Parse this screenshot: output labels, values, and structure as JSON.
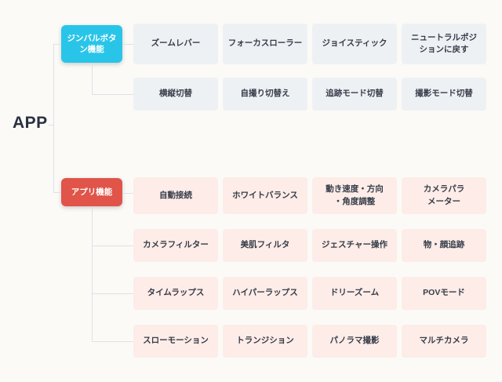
{
  "root": {
    "label": "APP"
  },
  "branches": [
    {
      "id": "gimbal-buttons",
      "label": "ジンバルボタ\nン機能",
      "node_color": "#29c5e9",
      "cell_color": "#eef1f4",
      "rows": [
        [
          "ズームレバー",
          "フォーカスローラー",
          "ジョイスティック",
          "ニュートラルポジ\nションに戻す"
        ],
        [
          "横縦切替",
          "自撮り切替え",
          "追跡モード切替",
          "撮影モード切替"
        ]
      ]
    },
    {
      "id": "app-functions",
      "label": "アプリ機能",
      "node_color": "#e05449",
      "cell_color": "#fdece7",
      "rows": [
        [
          "自動接続",
          "ホワイトバランス",
          "動き速度・方向\n・角度調整",
          "カメラパラ\nメーター"
        ],
        [
          "カメラフィルター",
          "美肌フィルタ",
          "ジェスチャー操作",
          "物・顔追跡"
        ],
        [
          "タイムラップス",
          "ハイパーラップス",
          "ドリーズーム",
          "POVモード"
        ],
        [
          "スローモーション",
          "トランジション",
          "パノラマ撮影",
          "マルチカメラ"
        ]
      ]
    }
  ]
}
